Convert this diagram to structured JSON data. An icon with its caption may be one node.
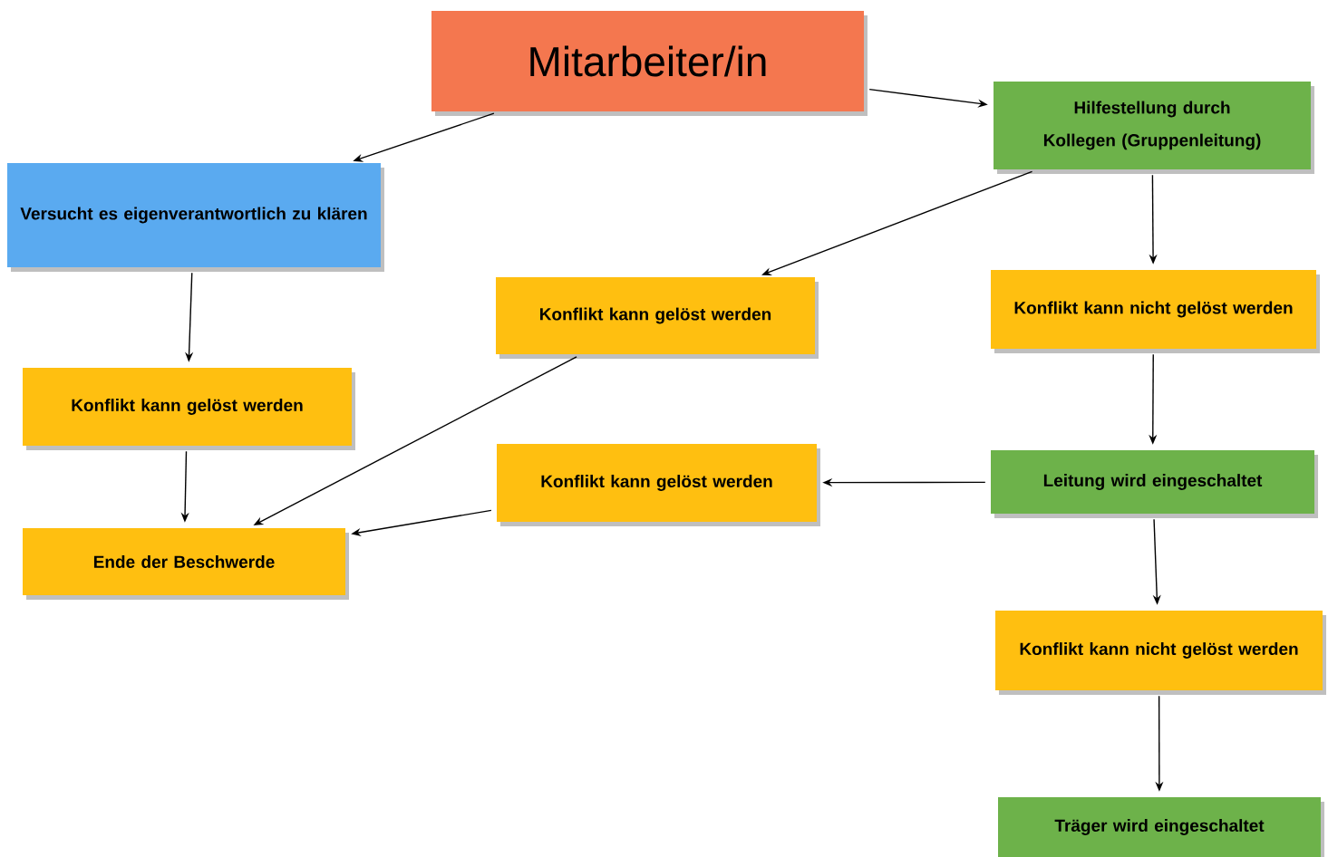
{
  "diagram": {
    "nodes": [
      {
        "text": [
          "Mitarbeiter/in"
        ]
      },
      {
        "text": [
          "Versucht es eigenverantwortlich zu klären"
        ]
      },
      {
        "text": [
          "Hilfestellung durch Kollegen (Gruppenleitung)"
        ]
      },
      {
        "text": [
          "Konflikt kann gelöst werden"
        ]
      },
      {
        "text": [
          "Konflikt kann gelöst werden"
        ]
      },
      {
        "text": [
          "Konflikt kann nicht gelöst werden"
        ]
      },
      {
        "text": [
          "Ende der Beschwerde"
        ]
      },
      {
        "text": [
          "Konflikt kann gelöst werden"
        ]
      },
      {
        "text": [
          "Leitung wird eingeschaltet"
        ]
      },
      {
        "text": [
          "Konflikt kann nicht gelöst werden"
        ]
      },
      {
        "text": [
          "Träger wird eingeschaltet"
        ]
      }
    ],
    "edges": [
      {
        "from": 0,
        "to": 1,
        "arrow": "to"
      },
      {
        "from": 0,
        "to": 2,
        "arrow": "to"
      },
      {
        "from": 1,
        "to": 3,
        "arrow": "to"
      },
      {
        "from": 3,
        "to": 6,
        "arrow": "to"
      },
      {
        "from": 2,
        "to": 4,
        "arrow": "to"
      },
      {
        "from": 4,
        "to": 6,
        "arrow": "to"
      },
      {
        "from": 2,
        "to": 5,
        "arrow": "to"
      },
      {
        "from": 5,
        "to": 8,
        "arrow": "to"
      },
      {
        "from": 8,
        "to": 7,
        "arrow": "to"
      },
      {
        "from": 7,
        "to": 6,
        "arrow": "to"
      },
      {
        "from": 8,
        "to": 9,
        "arrow": "to"
      },
      {
        "from": 9,
        "to": 10,
        "arrow": "to"
      }
    ]
  }
}
